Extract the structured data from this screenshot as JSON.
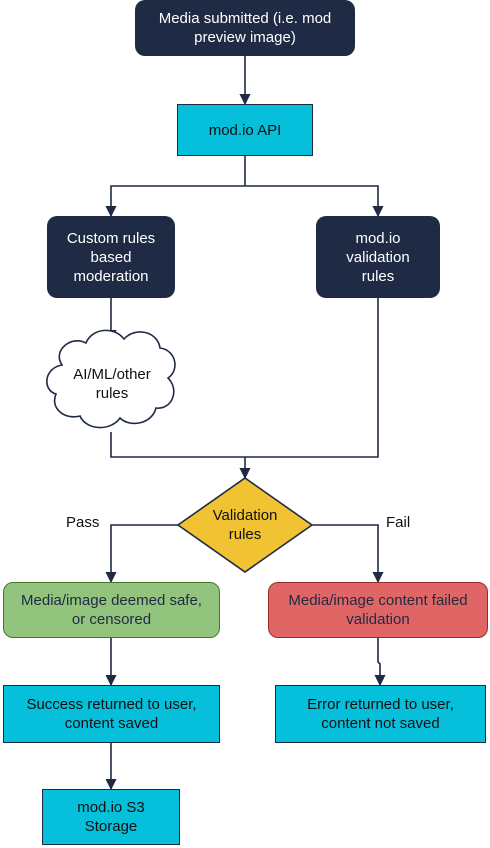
{
  "nodes": {
    "media_submitted": "Media submitted (i.e. mod\npreview image)",
    "api": "mod.io API",
    "custom_rules": "Custom rules\nbased\nmoderation",
    "validation_rules_box": "mod.io\nvalidation\nrules",
    "ai_cloud": "AI/ML/other\nrules",
    "decision": "Validation\nrules",
    "safe": "Media/image deemed safe,\nor censored",
    "failed": "Media/image content failed\nvalidation",
    "success": "Success returned to user,\ncontent saved",
    "error": "Error returned to user,\ncontent not saved",
    "storage": "mod.io S3\nStorage"
  },
  "edge_labels": {
    "pass": "Pass",
    "fail": "Fail"
  },
  "colors": {
    "dark": "#1f2a44",
    "cyan": "#05bfdb",
    "decision": "#f1c232",
    "green": "#93c47d",
    "red": "#e06666"
  }
}
